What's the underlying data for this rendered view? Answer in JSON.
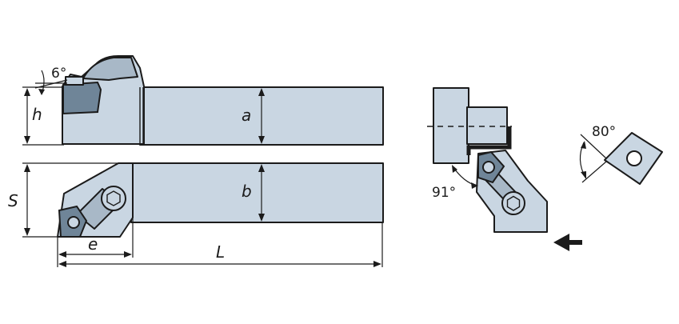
{
  "labels": {
    "angle_6": "6°",
    "h": "h",
    "a": "a",
    "s": "S",
    "b": "b",
    "e": "e",
    "l": "L",
    "angle_91": "91°",
    "angle_80": "80°"
  },
  "colors": {
    "body": "#c9d6e2",
    "insert": "#6f8598",
    "outline": "#1b1b1b"
  },
  "icons": {
    "feed_direction": "arrow-left-icon"
  }
}
